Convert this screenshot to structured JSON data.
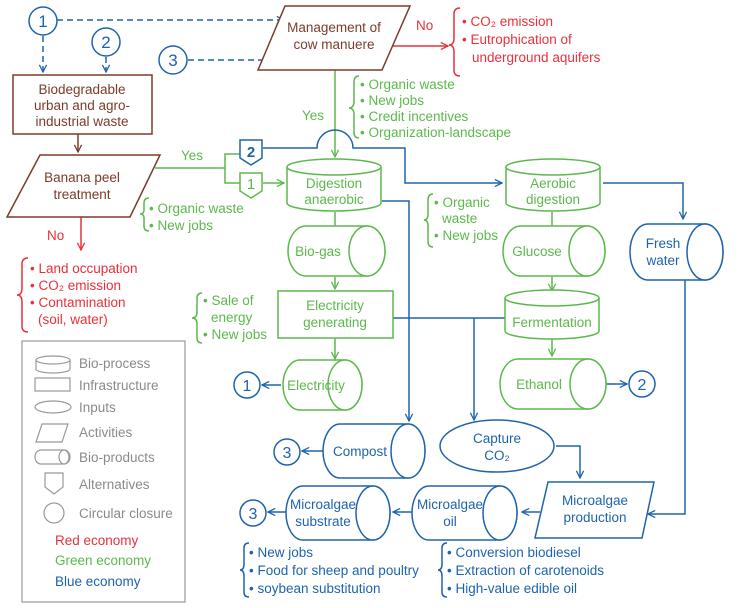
{
  "colors": {
    "red": "#e8313a",
    "green": "#5cb84c",
    "blue": "#1e63ad",
    "brown": "#7b3b2a",
    "legend_gray": "#8a8a8a"
  },
  "closures": {
    "c1": "1",
    "c2": "2",
    "c3": "3"
  },
  "nodes": {
    "waste": [
      "Biodegradable",
      "urban and agro-",
      "industrial waste"
    ],
    "manure": [
      "Management of",
      "cow manuere"
    ],
    "banana": [
      "Banana peel",
      "treatment"
    ],
    "digestion_anaerobic": [
      "Digestion",
      "anaerobic"
    ],
    "aerobic_digestion": [
      "Aerobic",
      "digestion"
    ],
    "biogas": "Bio-gas",
    "glucose": "Glucose",
    "fresh_water": [
      "Fresh",
      "water"
    ],
    "electricity_generating": [
      "Electricity",
      "generating"
    ],
    "fermentation": "Fermentation",
    "electricity": "Electricity",
    "ethanol": "Ethanol",
    "compost": "Compost",
    "capture_co2": [
      "Capture",
      "CO₂"
    ],
    "microalgae_production": [
      "Microalgae",
      "production"
    ],
    "microalgae_oil": [
      "Microalgae",
      "oil"
    ],
    "microalgae_substrate": [
      "Microalgae",
      "substrate"
    ]
  },
  "alternatives": {
    "a1": "1",
    "a2": "2"
  },
  "edge_labels": {
    "manure_no": "No",
    "manure_yes": "Yes",
    "banana_yes": "Yes",
    "banana_no": "No"
  },
  "notes": {
    "manure_red": [
      "• CO₂ emission",
      "• Eutrophication of",
      "underground aquifers"
    ],
    "manure_green": [
      "• Organic waste",
      "• New jobs",
      "• Credit incentives",
      "• Organization-landscape"
    ],
    "banana_green": [
      "• Organic waste",
      "• New jobs"
    ],
    "banana_red": [
      "• Land occupation",
      "• CO₂ emission",
      "• Contamination",
      "(soil, water)"
    ],
    "aerobic_green": [
      "• Organic",
      "waste",
      "• New jobs"
    ],
    "electricity_green": [
      "• Sale of",
      "energy",
      "• New jobs"
    ],
    "substrate_blue": [
      "• New jobs",
      "• Food for sheep and poultry",
      "• soybean substitution"
    ],
    "oil_blue": [
      "• Conversion biodiesel",
      "• Extraction of carotenoids",
      "• High-value edible oil"
    ]
  },
  "legend": {
    "items": [
      "Bio-process",
      "Infrastructure",
      "Inputs",
      "Activities",
      "Bio-products",
      "Alternatives",
      "Circular closure"
    ],
    "economies": [
      "Red economy",
      "Green economy",
      "Blue economy"
    ]
  }
}
